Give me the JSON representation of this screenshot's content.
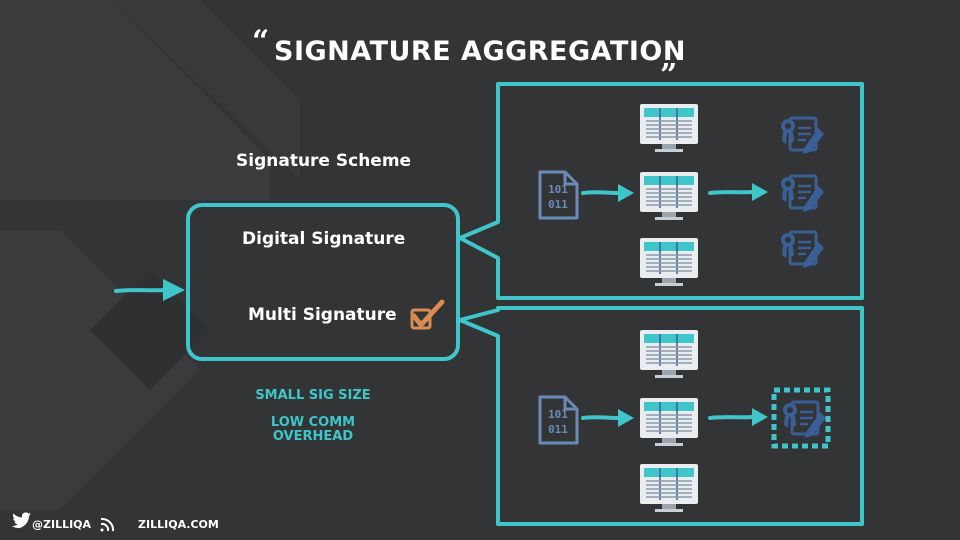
{
  "slide": {
    "title": "SIGNATURE AGGREGATION",
    "quote_open": "“",
    "quote_close": "”"
  },
  "labels": {
    "scheme": "Signature Scheme",
    "digital": "Digital Signature",
    "multi": "Multi Signature"
  },
  "benefits": {
    "line1": "SMALL SIG SIZE",
    "line2": "LOW COMM\nOVERHEAD"
  },
  "files": {
    "binary_text_line1": "101",
    "binary_text_line2": "011"
  },
  "footer": {
    "twitter_handle": "@ZILLIQA",
    "website": "ZILLIQA.COM"
  },
  "colors": {
    "background": "#333435",
    "accent": "#3fc6ca",
    "icon_blue": "#3a5f96",
    "check_orange": "#d88b52"
  }
}
